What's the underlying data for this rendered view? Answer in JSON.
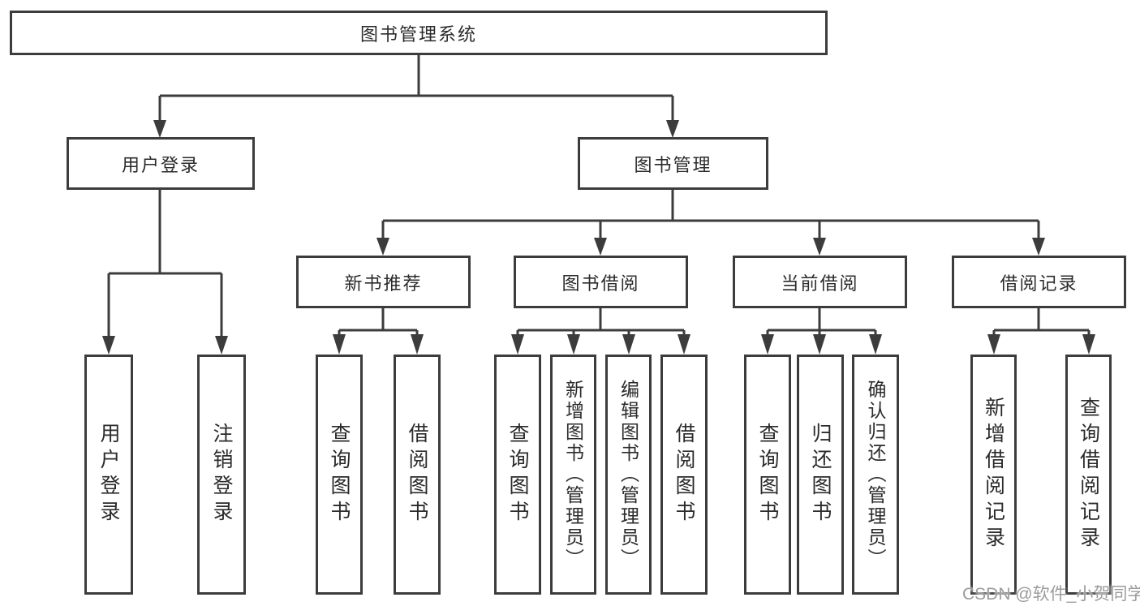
{
  "diagram_type": "hierarchy-tree",
  "colors": {
    "line": "#3c3c3c",
    "border": "#3c3c3c",
    "text": "#2b2b2b",
    "background": "#ffffff",
    "watermark": "#9c9c9c"
  },
  "tree": {
    "label": "图书管理系统",
    "children": [
      {
        "label": "用户登录",
        "children": [
          {
            "label": "用户登录"
          },
          {
            "label": "注销登录"
          }
        ]
      },
      {
        "label": "图书管理",
        "children": [
          {
            "label": "新书推荐",
            "children": [
              {
                "label": "查询图书"
              },
              {
                "label": "借阅图书"
              }
            ]
          },
          {
            "label": "图书借阅",
            "children": [
              {
                "label": "查询图书"
              },
              {
                "label": "新增图书（管理员）"
              },
              {
                "label": "编辑图书（管理员）"
              },
              {
                "label": "借阅图书"
              }
            ]
          },
          {
            "label": "当前借阅",
            "children": [
              {
                "label": "查询图书"
              },
              {
                "label": "归还图书"
              },
              {
                "label": "确认归还（管理员）"
              }
            ]
          },
          {
            "label": "借阅记录",
            "children": [
              {
                "label": "新增借阅记录"
              },
              {
                "label": "查询借阅记录"
              }
            ]
          }
        ]
      }
    ]
  },
  "watermark": {
    "text": "CSDN @软件_小贺同学"
  }
}
